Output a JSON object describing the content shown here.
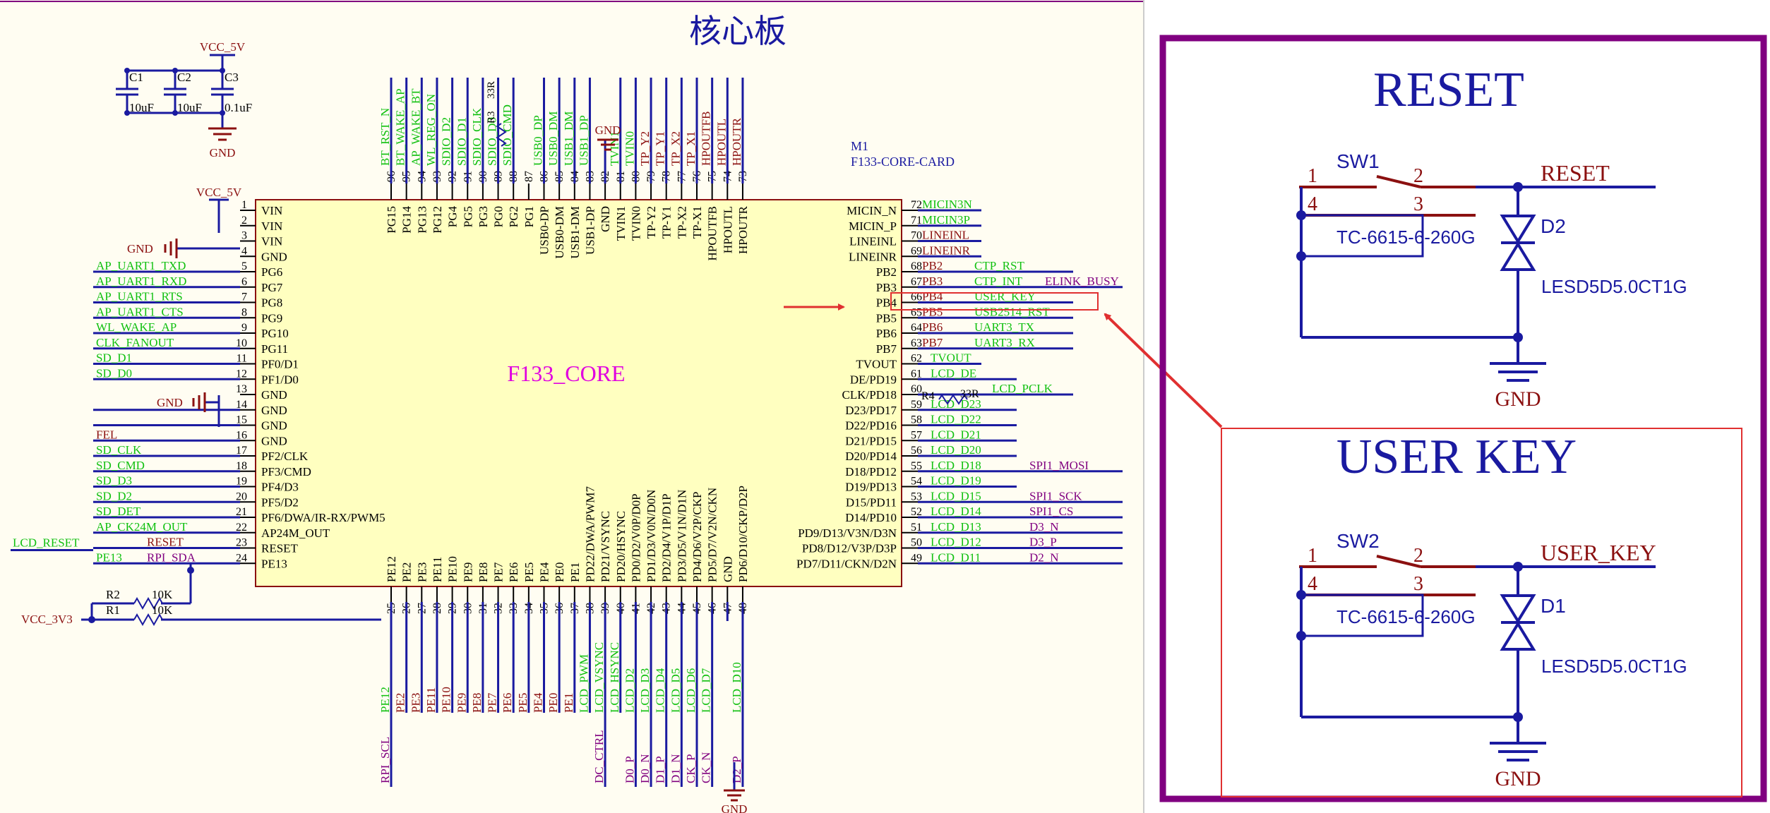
{
  "core_board": {
    "title": "核心板",
    "chip_ref": "M1",
    "chip_part": "F133-CORE-CARD",
    "chip_name": "F133_CORE",
    "power": {
      "vcc5_top": "VCC_5V",
      "vcc5_left": "VCC_5V",
      "vcc33": "VCC_3V3",
      "gnd": "GND",
      "caps": [
        {
          "ref": "C1",
          "value": "10uF"
        },
        {
          "ref": "C2",
          "value": "10uF"
        },
        {
          "ref": "C3",
          "value": "0.1uF"
        }
      ],
      "resistors": [
        {
          "ref": "R2",
          "value": "10K"
        },
        {
          "ref": "R1",
          "value": "10K"
        },
        {
          "ref": "R3",
          "value": "33R"
        },
        {
          "ref": "R4",
          "value": "33R"
        }
      ]
    },
    "left_pins": [
      {
        "num": "1",
        "name": "VIN",
        "net": "",
        "net2": ""
      },
      {
        "num": "2",
        "name": "VIN",
        "net": "",
        "net2": ""
      },
      {
        "num": "3",
        "name": "VIN",
        "net": "",
        "net2": ""
      },
      {
        "num": "4",
        "name": "GND",
        "net": "GND",
        "net2": ""
      },
      {
        "num": "5",
        "name": "PG6",
        "net": "AP_UART1_TXD",
        "net2": ""
      },
      {
        "num": "6",
        "name": "PG7",
        "net": "AP_UART1_RXD",
        "net2": ""
      },
      {
        "num": "7",
        "name": "PG8",
        "net": "AP_UART1_RTS",
        "net2": ""
      },
      {
        "num": "8",
        "name": "PG9",
        "net": "AP_UART1_CTS",
        "net2": ""
      },
      {
        "num": "9",
        "name": "PG10",
        "net": "WL_WAKE_AP",
        "net2": ""
      },
      {
        "num": "10",
        "name": "PG11",
        "net": "CLK_FANOUT",
        "net2": ""
      },
      {
        "num": "11",
        "name": "PF0/D1",
        "net": "SD_D1",
        "net2": ""
      },
      {
        "num": "12",
        "name": "PF1/D0",
        "net": "SD_D0",
        "net2": ""
      },
      {
        "num": "13",
        "name": "GND",
        "net": "GND",
        "net2": ""
      },
      {
        "num": "14",
        "name": "GND",
        "net": "",
        "net2": ""
      },
      {
        "num": "15",
        "name": "GND",
        "net": "",
        "net2": ""
      },
      {
        "num": "16",
        "name": "GND",
        "net": "FEL",
        "net2": ""
      },
      {
        "num": "17",
        "name": "PF2/CLK",
        "net": "SD_CLK",
        "net2": ""
      },
      {
        "num": "18",
        "name": "PF3/CMD",
        "net": "SD_CMD",
        "net2": ""
      },
      {
        "num": "19",
        "name": "PF4/D3",
        "net": "SD_D3",
        "net2": ""
      },
      {
        "num": "20",
        "name": "PF5/D2",
        "net": "SD_D2",
        "net2": ""
      },
      {
        "num": "21",
        "name": "PF6/DWA/IR-RX/PWM5",
        "net": "SD_DET",
        "net2": ""
      },
      {
        "num": "22",
        "name": "AP24M_OUT",
        "net": "AP_CK24M_OUT",
        "net2": ""
      },
      {
        "num": "23",
        "name": "RESET",
        "net": "LCD_RESET",
        "net2": "RESET"
      },
      {
        "num": "24",
        "name": "PE13",
        "net": "PE13",
        "net2": "RPI_SDA"
      }
    ],
    "right_pins": [
      {
        "num": "72",
        "name": "MICIN_N",
        "net": "MICIN3N"
      },
      {
        "num": "71",
        "name": "MICIN_P",
        "net": "MICIN3P"
      },
      {
        "num": "70",
        "name": "LINEINL",
        "net": "LINEINL"
      },
      {
        "num": "69",
        "name": "LINEINR",
        "net": "LINEINR"
      },
      {
        "num": "68",
        "name": "PB2",
        "net": "CTP_RST",
        "port": "PB2"
      },
      {
        "num": "67",
        "name": "PB3",
        "net": "CTP_INT",
        "port": "PB3",
        "extra": "ELINK_BUSY"
      },
      {
        "num": "66",
        "name": "PB4",
        "net": "USER_KEY",
        "port": "PB4"
      },
      {
        "num": "65",
        "name": "PB5",
        "net": "USB2514_RST",
        "port": "PB5"
      },
      {
        "num": "64",
        "name": "PB6",
        "net": "UART3_TX",
        "port": "PB6"
      },
      {
        "num": "63",
        "name": "PB7",
        "net": "UART3_RX",
        "port": "PB7"
      },
      {
        "num": "62",
        "name": "TVOUT",
        "net": "TVOUT"
      },
      {
        "num": "61",
        "name": "DE/PD19",
        "net": "LCD_DE"
      },
      {
        "num": "60",
        "name": "CLK/PD18",
        "net": "LCD_PCLK",
        "res": "R4",
        "resval": "33R"
      },
      {
        "num": "59",
        "name": "D23/PD17",
        "net": "LCD_D23"
      },
      {
        "num": "58",
        "name": "D22/PD16",
        "net": "LCD_D22"
      },
      {
        "num": "57",
        "name": "D21/PD15",
        "net": "LCD_D21"
      },
      {
        "num": "56",
        "name": "D20/PD14",
        "net": "LCD_D20"
      },
      {
        "num": "55",
        "name": "D18/PD12",
        "net": "LCD_D18",
        "extra": "SPI1_MOSI"
      },
      {
        "num": "54",
        "name": "D19/PD13",
        "net": "LCD_D19"
      },
      {
        "num": "53",
        "name": "D15/PD11",
        "net": "LCD_D15",
        "extra": "SPI1_SCK"
      },
      {
        "num": "52",
        "name": "D14/PD10",
        "net": "LCD_D14",
        "extra": "SPI1_CS"
      },
      {
        "num": "51",
        "name": "PD9/D13/V3N/D3N",
        "net": "LCD_D13",
        "extra": "D3_N"
      },
      {
        "num": "50",
        "name": "PD8/D12/V3P/D3P",
        "net": "LCD_D12",
        "extra": "D3_P"
      },
      {
        "num": "49",
        "name": "PD7/D11/CKN/D2N",
        "net": "LCD_D11",
        "extra": "D2_N"
      }
    ],
    "top_pins": [
      {
        "num": "96",
        "name": "PG15",
        "net": "BT_RST_N"
      },
      {
        "num": "95",
        "name": "PG14",
        "net": "BT_WAKE_AP"
      },
      {
        "num": "94",
        "name": "PG13",
        "net": "AP_WAKE_BT"
      },
      {
        "num": "93",
        "name": "PG12",
        "net": "WL_REG_ON"
      },
      {
        "num": "92",
        "name": "PG4",
        "net": "SDIO_D2"
      },
      {
        "num": "91",
        "name": "PG5",
        "net": "SDIO_D1"
      },
      {
        "num": "90",
        "name": "PG3",
        "net": "SDIO_CLK"
      },
      {
        "num": "89",
        "name": "PG0",
        "net": "SDIO_D0"
      },
      {
        "num": "88",
        "name": "PG2",
        "net": "SDIO_CMD"
      },
      {
        "num": "87",
        "name": "PG1",
        "net": ""
      },
      {
        "num": "86",
        "name": "USB0-DP",
        "net": "USB0_DP"
      },
      {
        "num": "85",
        "name": "USB0-DM",
        "net": "USB0_DM"
      },
      {
        "num": "84",
        "name": "USB1-DM",
        "net": "USB1_DM"
      },
      {
        "num": "83",
        "name": "USB1-DP",
        "net": "USB1_DP"
      },
      {
        "num": "82",
        "name": "GND",
        "net": "GND"
      },
      {
        "num": "81",
        "name": "TVIN1",
        "net": "TVIN1"
      },
      {
        "num": "80",
        "name": "TVIN0",
        "net": "TVIN0"
      },
      {
        "num": "79",
        "name": "TP-Y2",
        "net": "TP_Y2"
      },
      {
        "num": "78",
        "name": "TP-Y1",
        "net": "TP_Y1"
      },
      {
        "num": "77",
        "name": "TP-X2",
        "net": "TP_X2"
      },
      {
        "num": "76",
        "name": "TP-X1",
        "net": "TP_X1"
      },
      {
        "num": "75",
        "name": "HPOUTFB",
        "net": "HPOUTFB"
      },
      {
        "num": "74",
        "name": "HPOUTL",
        "net": "HPOUTL"
      },
      {
        "num": "73",
        "name": "HPOUTR",
        "net": "HPOUTR"
      }
    ],
    "bottom_pins": [
      {
        "num": "25",
        "name": "PE12",
        "net": "PE12",
        "net2": "RPI_SCL"
      },
      {
        "num": "26",
        "name": "PE2",
        "net": "PE2"
      },
      {
        "num": "27",
        "name": "PE3",
        "net": "PE3"
      },
      {
        "num": "28",
        "name": "PE11",
        "net": "PE11"
      },
      {
        "num": "29",
        "name": "PE10",
        "net": "PE10"
      },
      {
        "num": "30",
        "name": "PE9",
        "net": "PE9"
      },
      {
        "num": "31",
        "name": "PE8",
        "net": "PE8"
      },
      {
        "num": "32",
        "name": "PE7",
        "net": "PE7"
      },
      {
        "num": "33",
        "name": "PE6",
        "net": "PE6"
      },
      {
        "num": "34",
        "name": "PE5",
        "net": "PE5"
      },
      {
        "num": "35",
        "name": "PE4",
        "net": "PE4"
      },
      {
        "num": "36",
        "name": "PE0",
        "net": "PE0"
      },
      {
        "num": "37",
        "name": "PE1",
        "net": "PE1"
      },
      {
        "num": "38",
        "name": "PD22/DWA/PWM7",
        "net": "LCD_PWM"
      },
      {
        "num": "39",
        "name": "PD21/VSYNC",
        "net": "LCD_VSYNC",
        "net2": "DC_CTRL"
      },
      {
        "num": "40",
        "name": "PD20/HSYNC",
        "net": "LCD_HSYNC"
      },
      {
        "num": "41",
        "name": "PD0/D2/V0P/D0P",
        "net": "LCD_D2",
        "net2": "D0_P"
      },
      {
        "num": "42",
        "name": "PD1/D3/V0N/D0N",
        "net": "LCD_D3",
        "net2": "D0_N"
      },
      {
        "num": "43",
        "name": "PD2/D4/V1P/D1P",
        "net": "LCD_D4",
        "net2": "D1_P"
      },
      {
        "num": "44",
        "name": "PD3/D5/V1N/D1N",
        "net": "LCD_D5",
        "net2": "D1_N"
      },
      {
        "num": "45",
        "name": "PD4/D6/V2P/CKP",
        "net": "LCD_D6",
        "net2": "CK_P"
      },
      {
        "num": "46",
        "name": "PD5/D7/V2N/CKN",
        "net": "LCD_D7",
        "net2": "CK_N"
      },
      {
        "num": "47",
        "name": "GND",
        "net": "GND"
      },
      {
        "num": "48",
        "name": "PD6/D10/CKP/D2P",
        "net": "LCD_D10",
        "net2": "D2_P"
      }
    ]
  },
  "reset_block": {
    "title": "RESET",
    "switch_ref": "SW1",
    "switch_part": "TC-6615-6-260G",
    "pins": [
      "1",
      "2",
      "4",
      "3"
    ],
    "net": "RESET",
    "diode_ref": "D2",
    "diode_part": "LESD5D5.0CT1G",
    "gnd": "GND"
  },
  "user_key_block": {
    "title": "USER KEY",
    "switch_ref": "SW2",
    "switch_part": "TC-6615-6-260G",
    "pins": [
      "1",
      "2",
      "4",
      "3"
    ],
    "net": "USER_KEY",
    "diode_ref": "D1",
    "diode_part": "LESD5D5.0CT1G",
    "gnd": "GND"
  },
  "colors": {
    "wire": "#1a1aa0",
    "net_green": "#10c010",
    "net_red": "#8b1010",
    "net_purple": "#800080",
    "chip_fill": "#ffffc0",
    "frame_purple": "#800080",
    "highlight_red": "#e03030"
  }
}
